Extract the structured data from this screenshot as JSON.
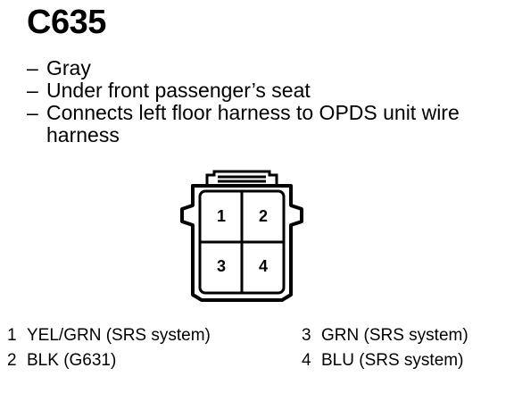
{
  "connector": {
    "id": "C635",
    "notes": [
      "Gray",
      "Under front passenger’s seat",
      "Connects left floor harness to OPDS unit wire harness"
    ],
    "pin_labels": [
      "1",
      "2",
      "3",
      "4"
    ]
  },
  "pins": {
    "left": [
      {
        "num": "1",
        "desc": "YEL/GRN (SRS system)"
      },
      {
        "num": "2",
        "desc": "BLK (G631)"
      }
    ],
    "right": [
      {
        "num": "3",
        "desc": "GRN (SRS system)"
      },
      {
        "num": "4",
        "desc": "BLU (SRS system)"
      }
    ]
  }
}
